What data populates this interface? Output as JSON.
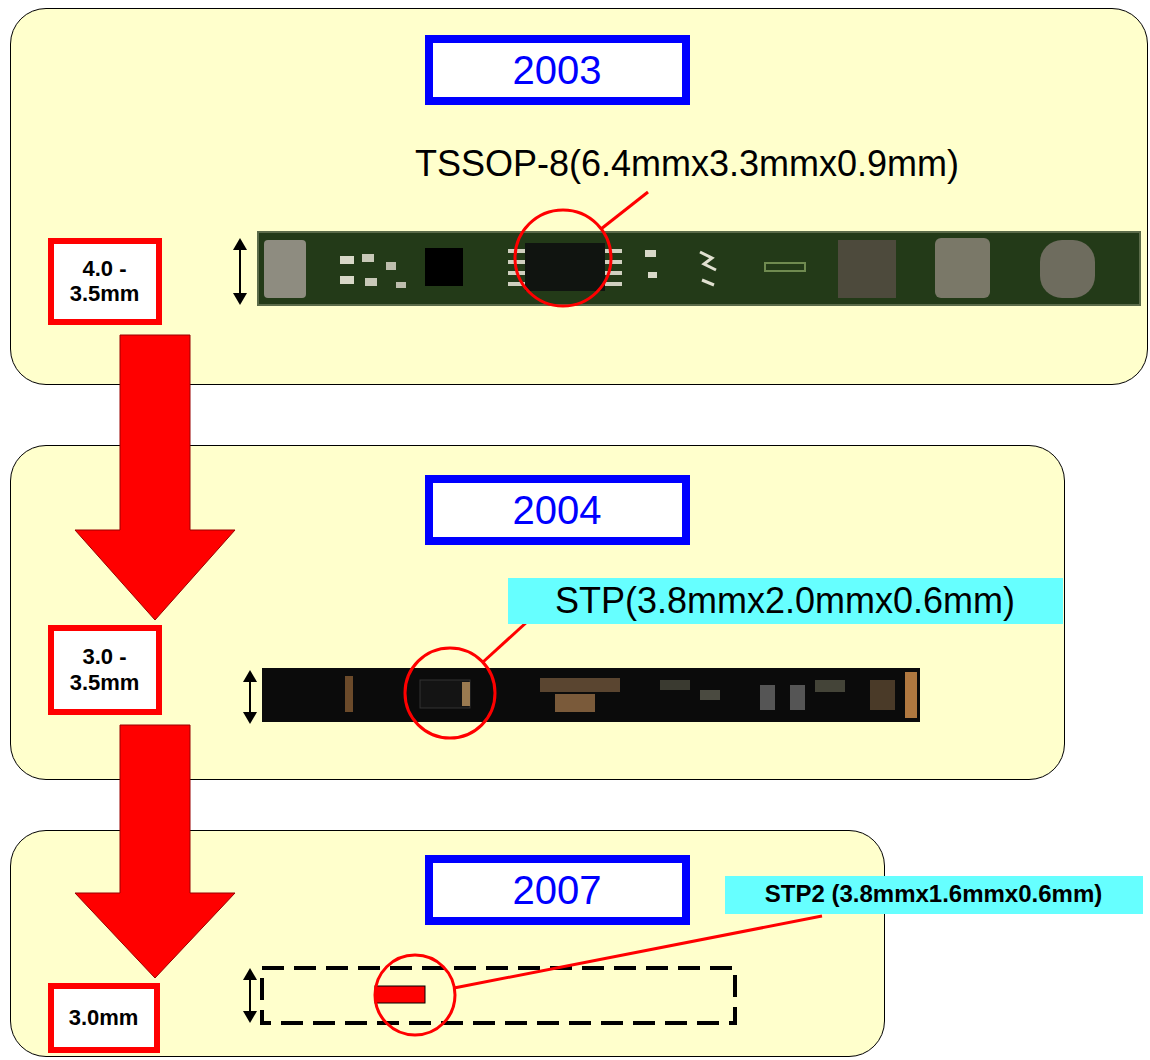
{
  "diagram": {
    "nodes": [
      {
        "text": [
          "TSSOP-8(6.4mmx3.3mmx0.9mm)"
        ]
      },
      {
        "text": [
          "2003"
        ],
        "in": 0
      },
      {
        "text": [
          "4.0 - 3.5mm"
        ],
        "in": 0
      },
      {
        "text": []
      },
      {
        "text": [
          "2004"
        ],
        "in": 3
      },
      {
        "text": [
          "STP(3.8mmx2.0mmx0.6mm)"
        ],
        "in": 3
      },
      {
        "text": [
          "3.0 - 3.5mm"
        ],
        "in": 3
      },
      {
        "text": []
      },
      {
        "text": [
          "2007"
        ],
        "in": 7
      },
      {
        "text": [
          "STP2 (3.8mmx1.6mmx0.6mm)"
        ],
        "in": 7
      },
      {
        "text": [
          "3.0mm"
        ],
        "in": 7
      }
    ],
    "edges": [
      {
        "from": 0,
        "to": 3,
        "arrow": "to"
      },
      {
        "from": 3,
        "to": 7,
        "arrow": "to"
      }
    ]
  }
}
